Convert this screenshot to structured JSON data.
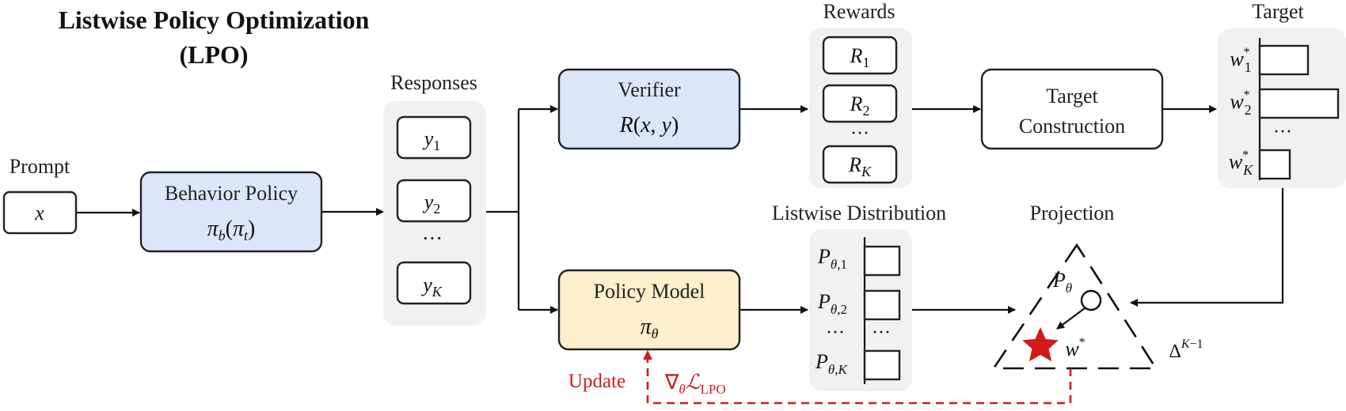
{
  "title": {
    "line1": "Listwise Policy Optimization",
    "line2": "(LPO)"
  },
  "prompt": {
    "label": "Prompt",
    "var": "x"
  },
  "behavior_policy": {
    "line1": "Behavior Policy"
  },
  "responses": {
    "label": "Responses",
    "dots": "···"
  },
  "verifier": {
    "line1": "Verifier"
  },
  "policy_model": {
    "line1": "Policy Model"
  },
  "rewards": {
    "label": "Rewards",
    "dots": "···"
  },
  "target_construction": {
    "line1": "Target",
    "line2": "Construction"
  },
  "target": {
    "label": "Target",
    "dots": "···"
  },
  "listwise_distribution": {
    "label": "Listwise Distribution",
    "dots": "···"
  },
  "projection": {
    "label": "Projection"
  },
  "update": {
    "label": "Update"
  },
  "colors": {
    "blue_fill": "#dbe7f8",
    "yellow_fill": "#fdf0cc",
    "red": "#d21a1a",
    "panel": "#f1f1f1"
  }
}
